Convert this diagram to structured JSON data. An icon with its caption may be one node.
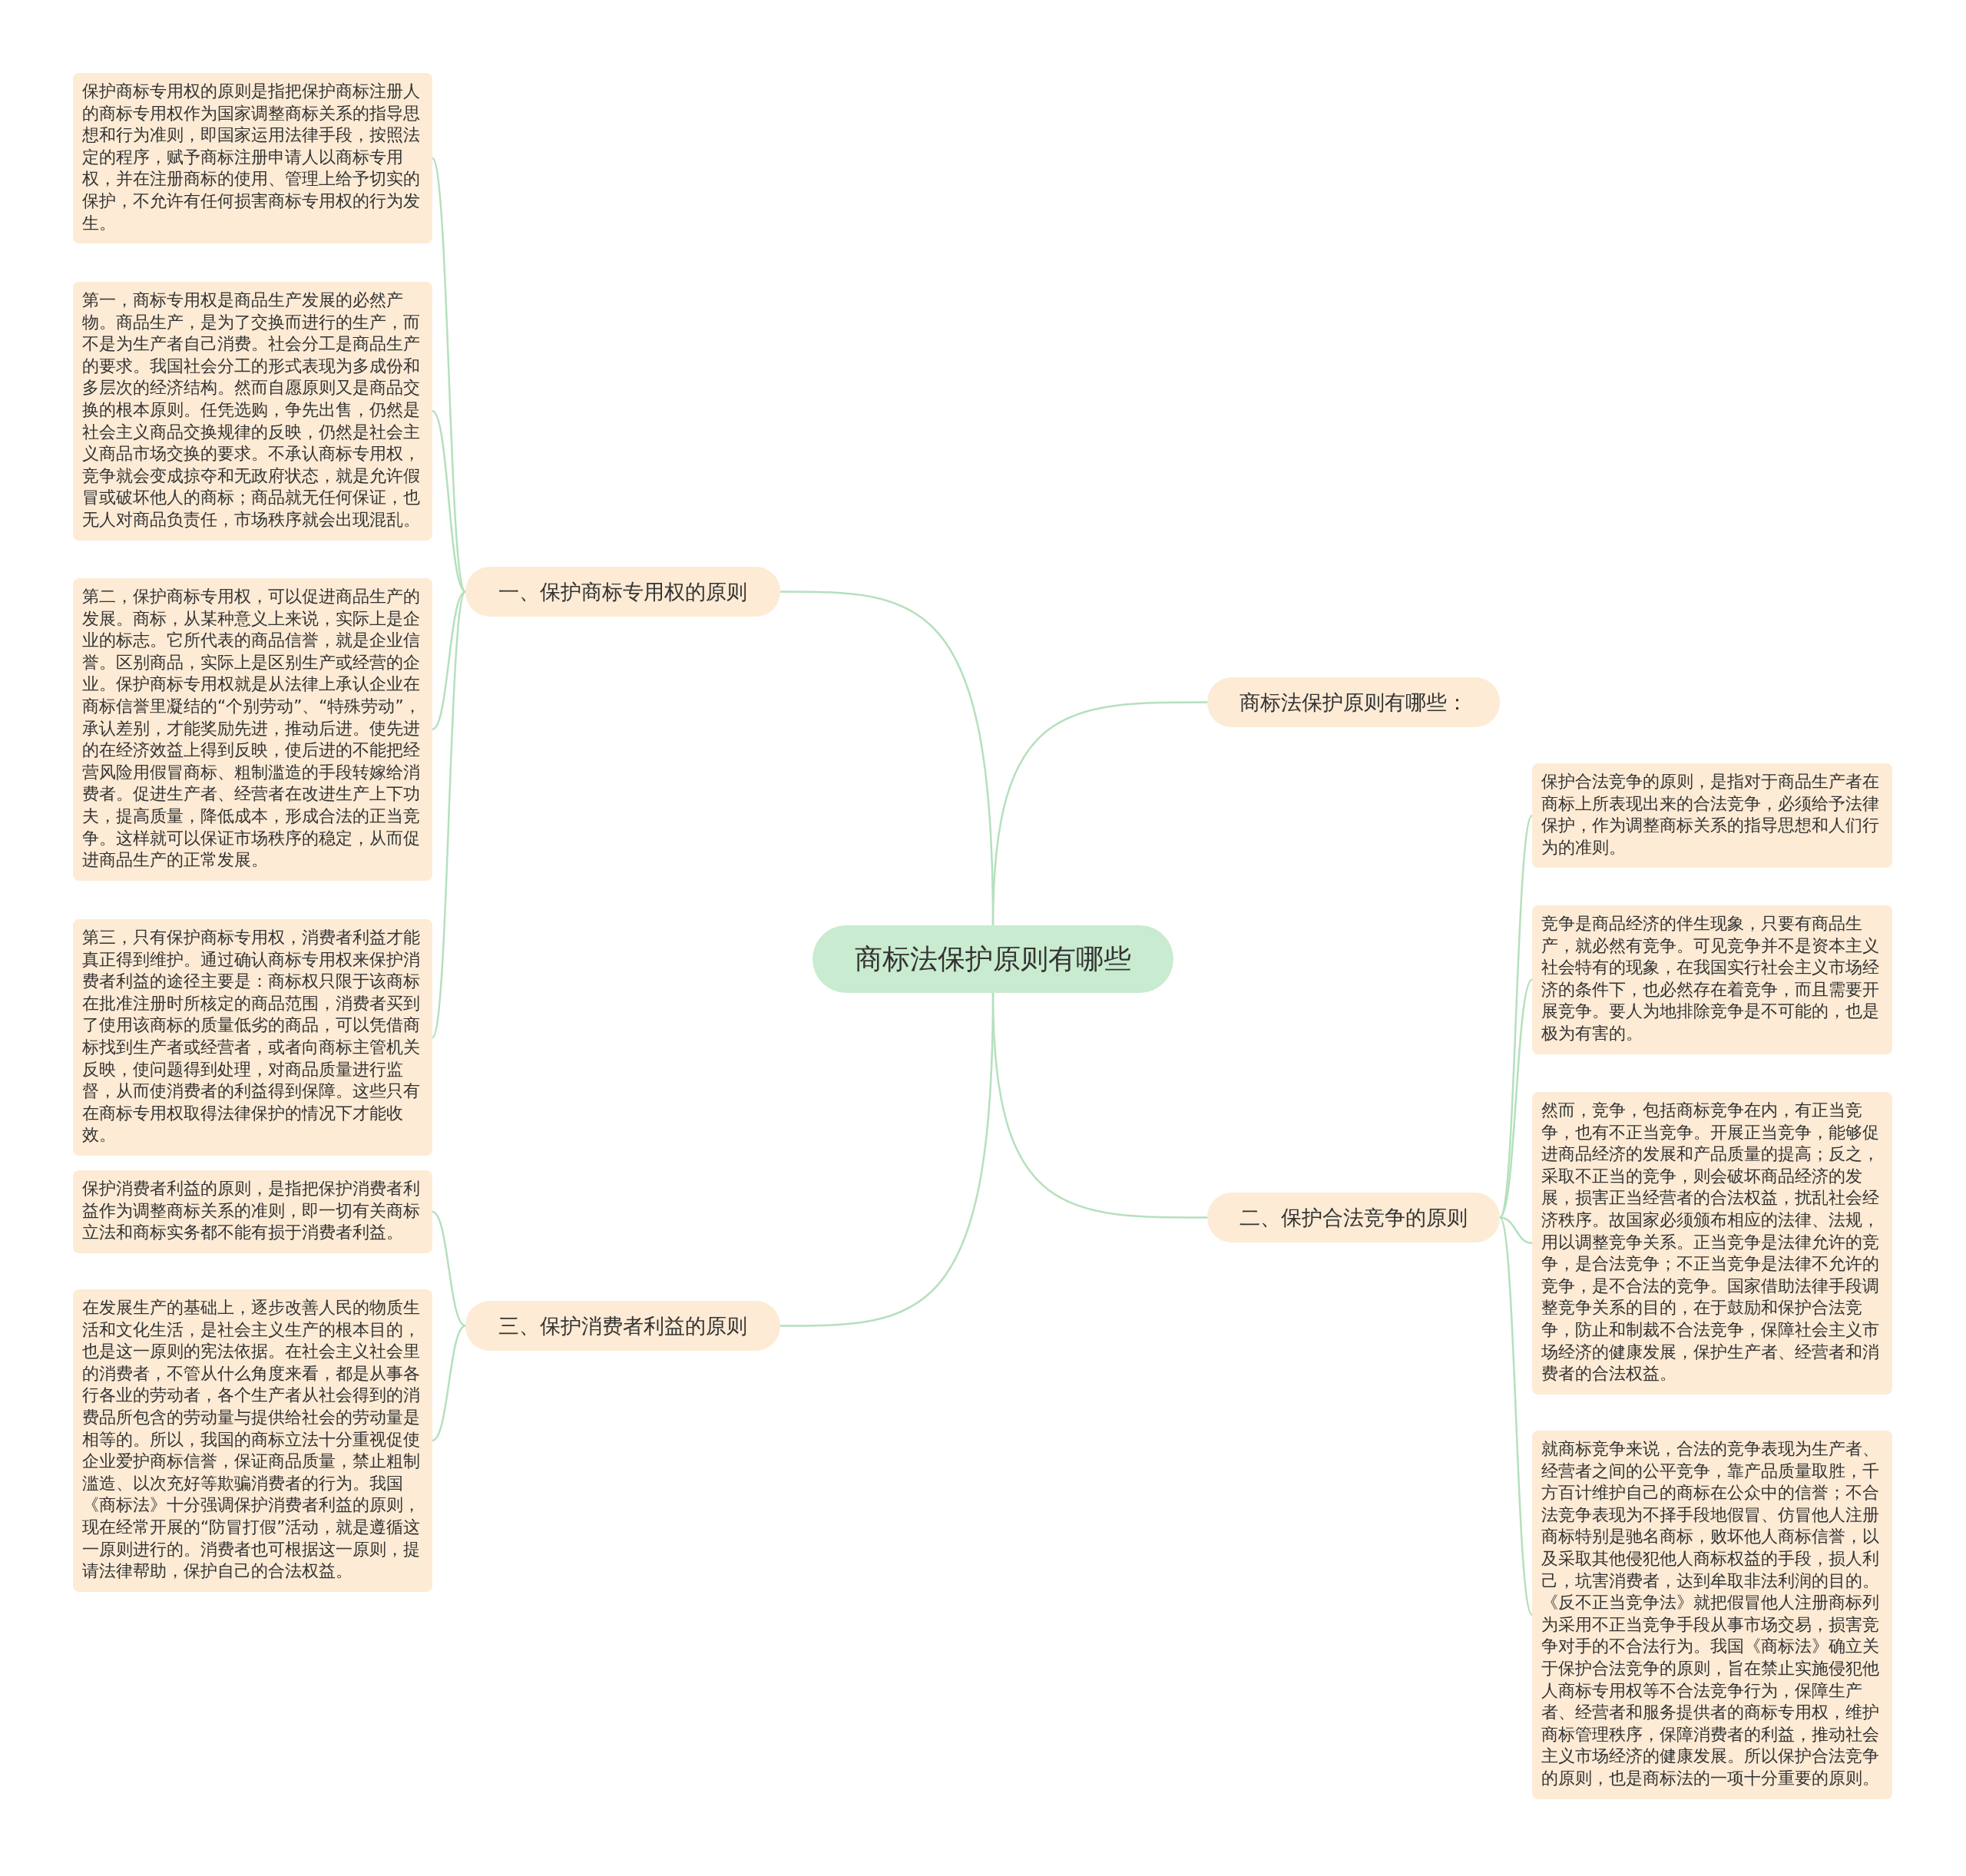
{
  "diagram": {
    "nodes": [
      {
        "text": [
          "商标法保护原则有哪些"
        ]
      },
      {
        "text": [
          "一、保护商标专用权的原则"
        ]
      },
      {
        "text": [
          "保护商标专用权的原则是指把保护商标注册人的商标专用权作为国家调整商标关系的指导思想和行为准则，即国家运用法律手段，按照法定的程序，赋予商标注册申请人以商标专用权，并在注册商标的使用、管理上给予切实的保护，不允许有任何损害商标专用权的行为发生。"
        ]
      },
      {
        "text": [
          "第一，商标专用权是商品生产发展的必然产物。商品生产，是为了交换而进行的生产，而不是为生产者自己消费。社会分工是商品生产的要求。我国社会分工的形式表现为多成份和多层次的经济结构。然而自愿原则又是商品交换的根本原则。任凭选购，争先出售，仍然是社会主义商品交换规律的反映，仍然是社会主义商品市场交换的要求。不承认商标专用权，竞争就会变成掠夺和无政府状态，就是允许假冒或破坏他人的商标；商品就无任何保证，也无人对商品负责任，市场秩序就会出现混乱。"
        ]
      },
      {
        "text": [
          "第二，保护商标专用权，可以促进商品生产的发展。商标，从某种意义上来说，实际上是企业的标志。它所代表的商品信誉，就是企业信誉。区别商品，实际上是区别生产或经营的企业。保护商标专用权就是从法律上承认企业在商标信誉里凝结的“个别劳动”、“特殊劳动”，承认差别，才能奖励先进，推动后进。使先进的在经济效益上得到反映，使后进的不能把经营风险用假冒商标、粗制滥造的手段转嫁给消费者。促进生产者、经营者在改进生产上下功夫，提高质量，降低成本，形成合法的正当竞争。这样就可以保证市场秩序的稳定，从而促进商品生产的正常发展。"
        ]
      },
      {
        "text": [
          "第三，只有保护商标专用权，消费者利益才能真正得到维护。通过确认商标专用权来保护消费者利益的途径主要是：商标权只限于该商标在批准注册时所核定的商品范围，消费者买到了使用该商标的质量低劣的商品，可以凭借商标找到生产者或经营者，或者向商标主管机关反映，使问题得到处理，对商品质量进行监督，从而使消费者的利益得到保障。这些只有在商标专用权取得法律保护的情况下才能收效。"
        ]
      },
      {
        "text": [
          "商标法保护原则有哪些："
        ]
      },
      {
        "text": [
          "二、保护合法竞争的原则"
        ]
      },
      {
        "text": [
          "保护合法竞争的原则，是指对于商品生产者在商标上所表现出来的合法竞争，必须给予法律保护，作为调整商标关系的指导思想和人们行为的准则。"
        ]
      },
      {
        "text": [
          "竞争是商品经济的伴生现象，只要有商品生产，就必然有竞争。可见竞争并不是资本主义社会特有的现象，在我国实行社会主义市场经济的条件下，也必然存在着竞争，而且需要开展竞争。要人为地排除竞争是不可能的，也是极为有害的。"
        ]
      },
      {
        "text": [
          "然而，竞争，包括商标竞争在内，有正当竞争，也有不正当竞争。开展正当竞争，能够促进商品经济的发展和产品质量的提高；反之，采取不正当的竞争，则会破坏商品经济的发展，损害正当经营者的合法权益，扰乱社会经济秩序。故国家必须颁布相应的法律、法规，用以调整竞争关系。正当竞争是法律允许的竞争，是合法竞争；不正当竞争是法律不允许的竞争，是不合法的竞争。国家借助法律手段调整竞争关系的目的，在于鼓励和保护合法竞争，防止和制裁不合法竞争，保障社会主义市场经济的健康发展，保护生产者、经营者和消费者的合法权益。"
        ]
      },
      {
        "text": [
          "就商标竞争来说，合法的竞争表现为生产者、经营者之间的公平竞争，靠产品质量取胜，千方百计维护自己的商标在公众中的信誉；不合法竞争表现为不择手段地假冒、仿冒他人注册商标特别是驰名商标，败坏他人商标信誉，以及采取其他侵犯他人商标权益的手段，损人利己，坑害消费者，达到牟取非法利润的目的。《反不正当竞争法》就把假冒他人注册商标列为采用不正当竞争手段从事市场交易，损害竞争对手的不合法行为。我国《商标法》确立关于保护合法竞争的原则，旨在禁止实施侵犯他人商标专用权等不合法竞争行为，保障生产者、经营者和服务提供者的商标专用权，维护商标管理秩序，保障消费者的利益，推动社会主义市场经济的健康发展。所以保护合法竞争的原则，也是商标法的一项十分重要的原则。"
        ]
      },
      {
        "text": [
          "三、保护消费者利益的原则"
        ]
      },
      {
        "text": [
          "保护消费者利益的原则，是指把保护消费者利益作为调整商标关系的准则，即一切有关商标立法和商标实务都不能有损于消费者利益。"
        ]
      },
      {
        "text": [
          "在发展生产的基础上，逐步改善人民的物质生活和文化生活，是社会主义生产的根本目的，也是这一原则的宪法依据。在社会主义社会里的消费者，不管从什么角度来看，都是从事各行各业的劳动者，各个生产者从社会得到的消费品所包含的劳动量与提供给社会的劳动量是相等的。所以，我国的商标立法十分重视促使企业爱护商标信誉，保证商品质量，禁止粗制滥造、以次充好等欺骗消费者的行为。我国《商标法》十分强调保护消费者利益的原则，现在经常开展的“防冒打假”活动，就是遵循这一原则进行的。消费者也可根据这一原则，提请法律帮助，保护自己的合法权益。"
        ]
      }
    ],
    "edges": [
      {
        "from": 0,
        "to": 1,
        "arrow": "none"
      },
      {
        "from": 1,
        "to": 2,
        "arrow": "none"
      },
      {
        "from": 1,
        "to": 3,
        "arrow": "none"
      },
      {
        "from": 1,
        "to": 4,
        "arrow": "none"
      },
      {
        "from": 1,
        "to": 5,
        "arrow": "none"
      },
      {
        "from": 0,
        "to": 6,
        "arrow": "none"
      },
      {
        "from": 0,
        "to": 7,
        "arrow": "none"
      },
      {
        "from": 7,
        "to": 8,
        "arrow": "none"
      },
      {
        "from": 7,
        "to": 9,
        "arrow": "none"
      },
      {
        "from": 7,
        "to": 10,
        "arrow": "none"
      },
      {
        "from": 7,
        "to": 11,
        "arrow": "none"
      },
      {
        "from": 0,
        "to": 12,
        "arrow": "none"
      },
      {
        "from": 12,
        "to": 13,
        "arrow": "none"
      },
      {
        "from": 12,
        "to": 14,
        "arrow": "none"
      }
    ]
  }
}
